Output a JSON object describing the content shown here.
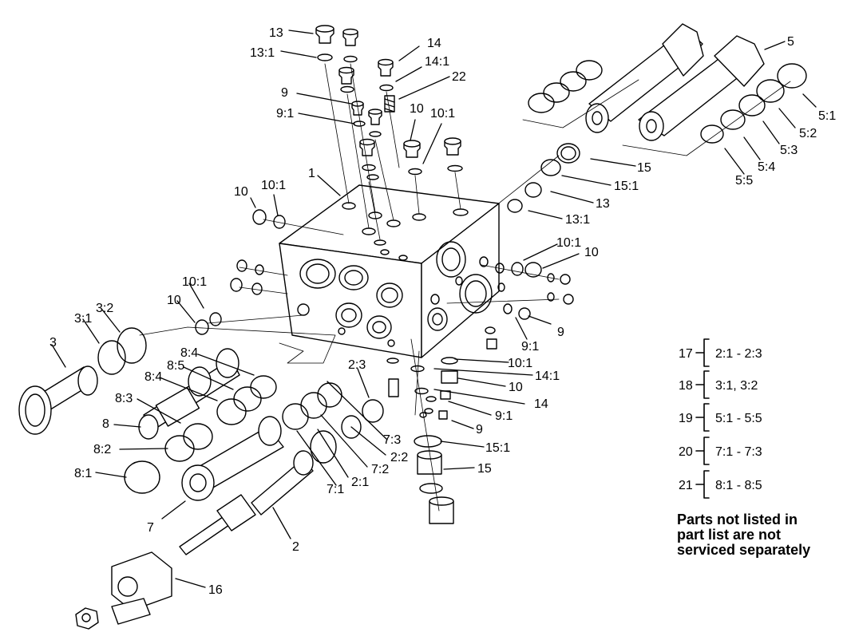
{
  "callouts": {
    "c13": "13",
    "c13_1": "13:1",
    "c14": "14",
    "c14_1": "14:1",
    "c22": "22",
    "c9": "9",
    "c9_1": "9:1",
    "c10_top": "10",
    "c10_1_top": "10:1",
    "c1": "1",
    "c10_left": "10",
    "c10_1_left": "10:1",
    "c5": "5",
    "c5_1": "5:1",
    "c5_2": "5:2",
    "c5_3": "5:3",
    "c5_4": "5:4",
    "c5_5": "5:5",
    "c15_top": "15",
    "c15_1_top": "15:1",
    "c13_right": "13",
    "c13_1_right": "13:1",
    "c10_1_r": "10:1",
    "c10_r": "10",
    "c9_r": "9",
    "c9_1_r": "9:1",
    "c10_1_mid": "10:1",
    "c10_mid": "10",
    "c3": "3",
    "c3_1": "3:1",
    "c3_2": "3:2",
    "c8": "8",
    "c8_1": "8:1",
    "c8_2": "8:2",
    "c8_3": "8:3",
    "c8_4a": "8:4",
    "c8_4b": "8:4",
    "c8_5": "8:5",
    "c2_3": "2:3",
    "c10_1_low": "10:1",
    "c14_1_low": "14:1",
    "c10_low": "10",
    "c14_low": "14",
    "c9_1_low": "9:1",
    "c9_low": "9",
    "c7_3": "7:3",
    "c2_2": "2:2",
    "c7_2": "7:2",
    "c2_1": "2:1",
    "c7_1": "7:1",
    "c15_1_low": "15:1",
    "c15_low": "15",
    "c7": "7",
    "c2": "2",
    "c16": "16"
  },
  "kits": [
    {
      "number": "17",
      "range": "2:1 - 2:3"
    },
    {
      "number": "18",
      "range": "3:1, 3:2"
    },
    {
      "number": "19",
      "range": "5:1 - 5:5"
    },
    {
      "number": "20",
      "range": "7:1 - 7:3"
    },
    {
      "number": "21",
      "range": "8:1 - 8:5"
    }
  ],
  "note": {
    "line1": "Parts not listed in",
    "line2": "part list are not",
    "line3": "serviced separately"
  }
}
